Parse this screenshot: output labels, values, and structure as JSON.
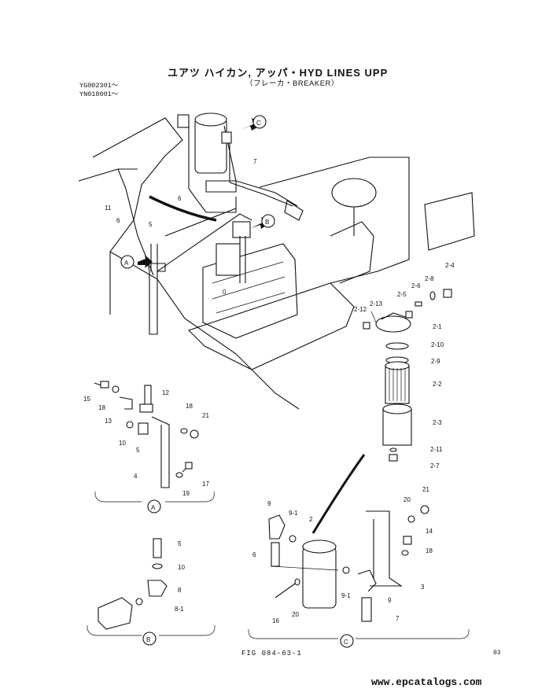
{
  "header": {
    "title": "ユアツ ハイカン, アッパ・HYD LINES UPP",
    "subtitle": "（フレーカ・BREAKER）",
    "serial_1": "YG002301～",
    "serial_2": "YN018001～"
  },
  "footer": {
    "figure_number": "FIG 084-63-1",
    "page_code": "03",
    "watermark": "www.epcatalogs.com"
  },
  "callouts": {
    "A": "A",
    "B": "B",
    "C": "C"
  },
  "part_labels": {
    "p0": "0",
    "p4": "4",
    "p5": "5",
    "p5b": "5",
    "p5c": "5",
    "p6": "6",
    "p6b": "6",
    "p6c": "6",
    "p7": "7",
    "p7b": "7",
    "p8": "8",
    "p8_1": "8-1",
    "p9": "9",
    "p9b": "9",
    "p9_1": "9-1",
    "p9_1b": "9-1",
    "p10": "10",
    "p10b": "10",
    "p11": "11",
    "p12": "12",
    "p13": "13",
    "p14": "14",
    "p15": "15",
    "p16": "16",
    "p17": "17",
    "p18": "18",
    "p18b": "18",
    "p18c": "18",
    "p19": "19",
    "p20": "20",
    "p20b": "20",
    "p21": "21",
    "p21b": "21",
    "p2": "2",
    "p2_1": "2-1",
    "p2_2": "2-2",
    "p2_3": "2-3",
    "p2_4": "2-4",
    "p2_5": "2-5",
    "p2_6": "2-6",
    "p2_7": "2-7",
    "p2_8": "2-8",
    "p2_9": "2-9",
    "p2_10": "2-10",
    "p2_11": "2-11",
    "p2_12": "2-12",
    "p2_13": "2-13",
    "p3": "3"
  }
}
